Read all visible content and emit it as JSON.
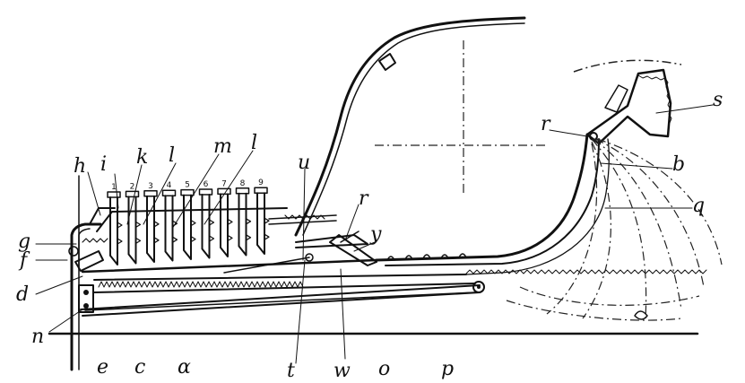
{
  "labels": {
    "h": "h",
    "i": "i",
    "k": "k",
    "l1": "l",
    "m": "m",
    "l2": "l",
    "u": "u",
    "r_top": "r",
    "y": "y",
    "s": "s",
    "r": "r",
    "b": "b",
    "q": "q",
    "g": "g",
    "f": "f",
    "d": "d",
    "n": "n",
    "e": "e",
    "c": "c",
    "alpha": "α",
    "t": "t",
    "w": "w",
    "o": "o",
    "p": "p"
  },
  "keys": [
    "1",
    "2",
    "3",
    "4",
    "5",
    "6",
    "7",
    "8",
    "9"
  ]
}
